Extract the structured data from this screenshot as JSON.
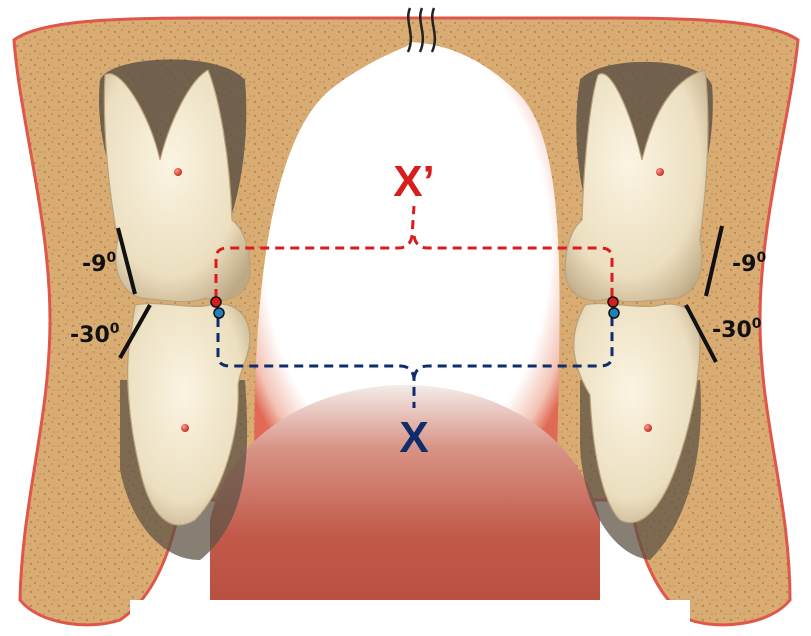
{
  "labels": {
    "upper_width": "X’",
    "lower_width": "X",
    "left_upper_angle": "-9",
    "left_upper_angle_sup": "0",
    "left_lower_angle": "-30",
    "left_lower_angle_sup": "0",
    "right_upper_angle": "-9",
    "right_upper_angle_sup": "0",
    "right_lower_angle": "-30",
    "right_lower_angle_sup": "0"
  },
  "colors": {
    "bone": "#d9ac73",
    "bone_speckle": "#b98a55",
    "soft_tissue": "#e0564a",
    "tooth": "#efe3c6",
    "tooth_shadow": "#c9b48f",
    "pulp": "#5f5345",
    "upper_measure": "#d91c1c",
    "lower_measure": "#0f2d6b",
    "upper_point": "#d91c1c",
    "lower_point": "#1f7fbf",
    "axis_line": "#111111"
  }
}
